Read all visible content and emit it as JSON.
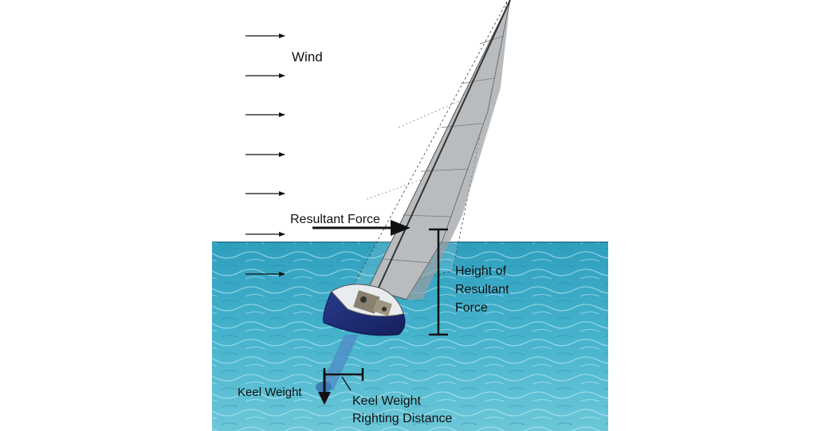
{
  "labels": {
    "wind": "Wind",
    "resultant_force": "Resultant Force",
    "height_line1": "Height of",
    "height_line2": "Resultant",
    "height_line3": "Force",
    "keel_weight": "Keel Weight",
    "righting_line1": "Keel Weight",
    "righting_line2": "Righting Distance"
  },
  "colors": {
    "water_top": "#2f9fbe",
    "water_bottom": "#6cc7d8",
    "hull": "#1f2f7a",
    "deck": "#e9ecef",
    "sail": "#b9bcbf",
    "sail_stripe": "#8f9397",
    "keel": "#4f8fc8",
    "ink": "#111111"
  },
  "icons": {
    "wind_arrow": "right-arrow-icon",
    "force_arrow": "right-arrow-icon",
    "weight_arrow": "down-arrow-icon"
  }
}
